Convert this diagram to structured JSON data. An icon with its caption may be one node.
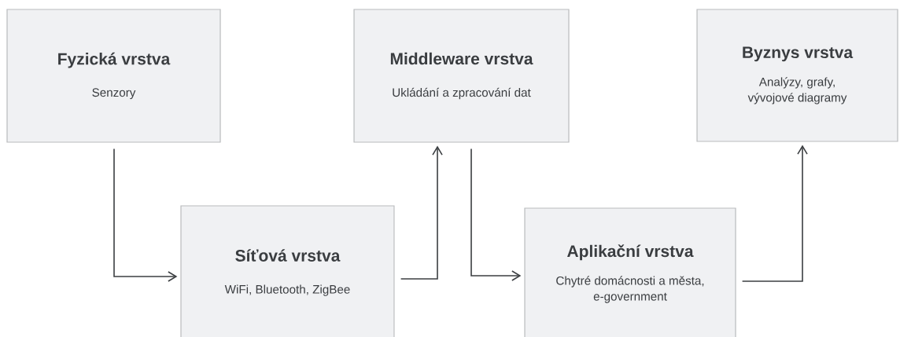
{
  "diagram": {
    "nodes": [
      {
        "text": [
          "Fyzická vrstva",
          "Senzory"
        ]
      },
      {
        "text": [
          "Middleware vrstva",
          "Ukládání a zpracování dat"
        ]
      },
      {
        "text": [
          "Byznys vrstva",
          "Analýzy, grafy, vývojové diagramy"
        ]
      },
      {
        "text": [
          "Síťová vrstva",
          "WiFi, Bluetooth, ZigBee"
        ]
      },
      {
        "text": [
          "Aplikační vrstva",
          "Chytré domácnosti a města, e-government"
        ]
      }
    ],
    "edges": [
      {
        "from": 0,
        "to": 3,
        "arrow": "to"
      },
      {
        "from": 3,
        "to": 1,
        "arrow": "to"
      },
      {
        "from": 1,
        "to": 4,
        "arrow": "to"
      },
      {
        "from": 4,
        "to": 2,
        "arrow": "to"
      }
    ]
  }
}
